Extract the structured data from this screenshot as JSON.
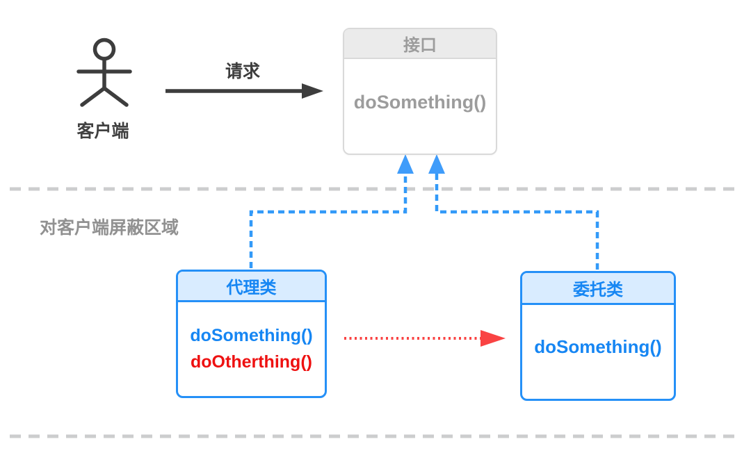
{
  "diagram_title": "proxy-pattern-diagram",
  "actor": {
    "label": "客户端"
  },
  "request": {
    "label": "请求"
  },
  "interface_box": {
    "title": "接口",
    "method": "doSomething()"
  },
  "region": {
    "label": "对客户端屏蔽区域"
  },
  "proxy_box": {
    "title": "代理类",
    "method_primary": "doSomething()",
    "method_secondary": "doOtherthing()"
  },
  "delegate_box": {
    "title": "委托类",
    "method": "doSomething()"
  },
  "colors": {
    "background": "#ffffff",
    "dark": "#3d3d3d",
    "client_label": "#414141",
    "gray_text": "#9c9c9c",
    "gray_border": "#d9d9d9",
    "gray_header_bg": "#ebebeb",
    "separator_dash": "#cccdce",
    "region_label": "#919191",
    "blue_text": "#1686f3",
    "blue_border": "#2590f7",
    "blue_header_bg": "#d9ecff",
    "blue_connector": "#339af8",
    "blue_arrowhead": "#3f9cfa",
    "red_method": "#ee1111",
    "red_arrow": "#f94343"
  }
}
